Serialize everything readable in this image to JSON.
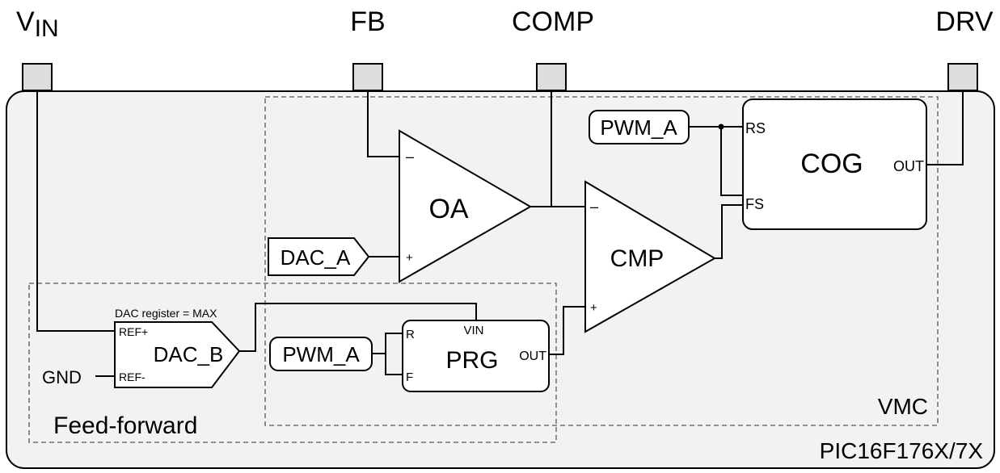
{
  "pins": {
    "vin_main": "V",
    "vin_sub": "IN",
    "fb": "FB",
    "comp": "COMP",
    "drv": "DRV"
  },
  "blocks": {
    "oa": {
      "label": "OA",
      "minus": "–",
      "plus": "+"
    },
    "cmp": {
      "label": "CMP",
      "minus": "–",
      "plus": "+"
    },
    "cog": {
      "label": "COG",
      "rs": "RS",
      "fs": "FS",
      "out": "OUT"
    },
    "prg": {
      "label": "PRG",
      "r": "R",
      "f": "F",
      "vin": "VIN",
      "out": "OUT"
    },
    "dac_a": {
      "label": "DAC_A"
    },
    "dac_b": {
      "label": "DAC_B",
      "ref_plus": "REF+",
      "ref_minus": "REF-",
      "note": "DAC register = MAX"
    },
    "pwm_a_top": {
      "label": "PWM_A"
    },
    "pwm_a_bottom": {
      "label": "PWM_A"
    },
    "gnd": {
      "label": "GND"
    }
  },
  "regions": {
    "vmc": "VMC",
    "feed_forward": "Feed-forward",
    "chip": "PIC16F176X/7X"
  }
}
